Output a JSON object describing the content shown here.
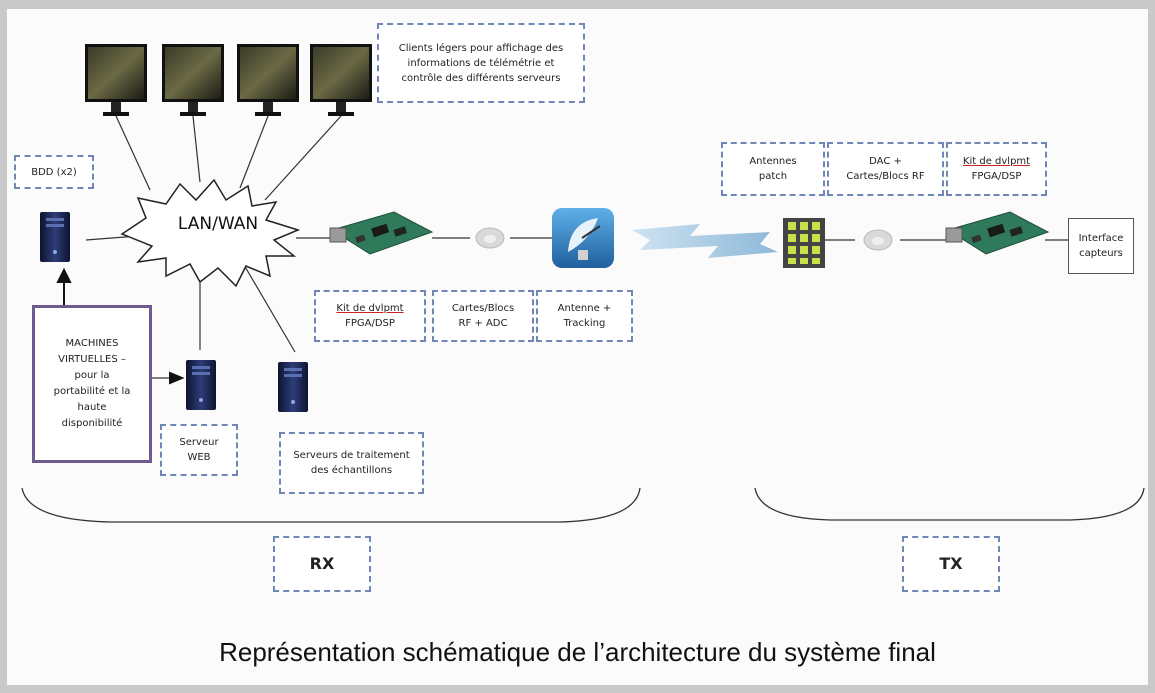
{
  "labels": {
    "clients": [
      "Clients légers pour affichage des",
      "informations de télémétrie et",
      "contrôle des différents serveurs"
    ],
    "bdd": "BDD (x2)",
    "lan": "LAN/WAN",
    "vm": [
      "MACHINES",
      "VIRTUELLES –",
      "pour la",
      "portabilité et la",
      "haute",
      "disponibilité"
    ],
    "web_server": [
      "Serveur",
      "WEB"
    ],
    "processing_servers": [
      "Serveurs de traitement",
      "des échantillons"
    ],
    "rx_kit": [
      "Kit de dvlpmt",
      "FPGA/DSP"
    ],
    "rx_rf": [
      "Cartes/Blocs",
      "RF + ADC"
    ],
    "rx_antenna": [
      "Antenne +",
      "Tracking"
    ],
    "tx_antennas": [
      "Antennes",
      "patch"
    ],
    "tx_dac": [
      "DAC +",
      "Cartes/Blocs RF"
    ],
    "tx_kit": [
      "Kit de dvlpmt",
      "FPGA/DSP"
    ],
    "interface": [
      "Interface",
      "capteurs"
    ],
    "rx": "RX",
    "tx": "TX"
  },
  "caption": "Représentation schématique de l’architecture du système final",
  "colors": {
    "label_border": "#6f86b6",
    "vm_border": "#6e5a8e",
    "server": "#1e2a52",
    "pcb": "#2e7a5a",
    "antenna_tile": "#2a7ab8",
    "beam": "#a8c8e0"
  },
  "icons": [
    "monitor-icon",
    "server-icon",
    "fpga-board-icon",
    "cloud-connector-icon",
    "satellite-dish-icon",
    "patch-antenna-icon",
    "wireless-beam-icon"
  ]
}
